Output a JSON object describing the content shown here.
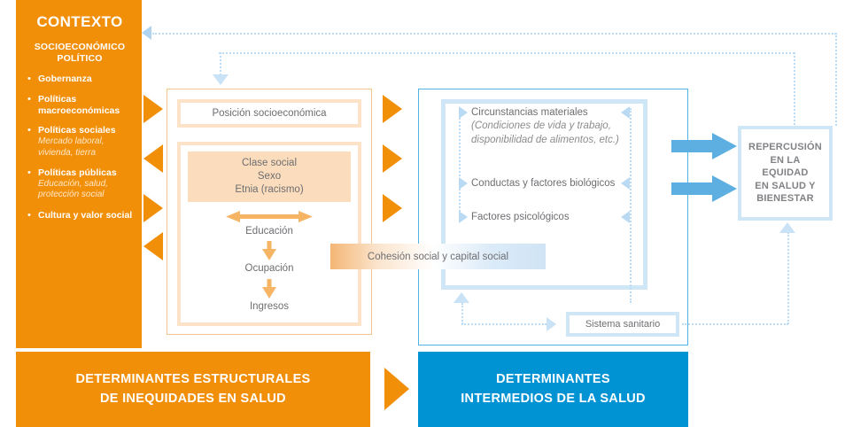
{
  "colors": {
    "orange": "#F18F08",
    "blue": "#0093D3",
    "light_blue": "#4FB3E8",
    "pale_blue": "#CFE6F7",
    "pale_orange": "#FBDCBC",
    "text_grey": "#6D6E71"
  },
  "context": {
    "title": "CONTEXTO",
    "subtitle_line1": "SOCIOECONÓMICO",
    "subtitle_line2": "POLÍTICO",
    "items": [
      {
        "label": "Gobernanza",
        "italic": ""
      },
      {
        "label": "Políticas macroeconómicas",
        "italic": ""
      },
      {
        "label": "Políticas sociales",
        "italic": "Mercado laboral, vivienda, tierra"
      },
      {
        "label": "Políticas públicas",
        "italic": "Educación, salud, protección social"
      },
      {
        "label": "Cultura y valor social",
        "italic": ""
      }
    ]
  },
  "structural": {
    "position_box": "Posición socioeconómica",
    "class_box_lines": [
      "Clase social",
      "Sexo",
      "Etnia (racismo)"
    ],
    "chain": [
      "Educación",
      "Ocupación",
      "Ingresos"
    ],
    "banner_line1": "DETERMINANTES ESTRUCTURALES",
    "banner_line2": "DE INEQUIDADES EN SALUD"
  },
  "intermediate": {
    "items": [
      {
        "title": "Circunstancias materiales",
        "detail": "(Condiciones de vida y trabajo, disponibilidad de alimentos, etc.)"
      },
      {
        "title": "Conductas y factores biológicos",
        "detail": ""
      },
      {
        "title": "Factores psicológicos",
        "detail": ""
      }
    ],
    "health_system": "Sistema sanitario",
    "banner_line1": "DETERMINANTES",
    "banner_line2": "INTERMEDIOS DE LA SALUD"
  },
  "cohesion": {
    "label": "Cohesión social y capital social"
  },
  "outcome": {
    "lines": [
      "REPERCUSIÓN",
      "EN LA",
      "EQUIDAD",
      "EN SALUD Y",
      "BIENESTAR"
    ],
    "text": "REPERCUSIÓN EN LA EQUIDAD EN SALUD Y BIENESTAR"
  }
}
